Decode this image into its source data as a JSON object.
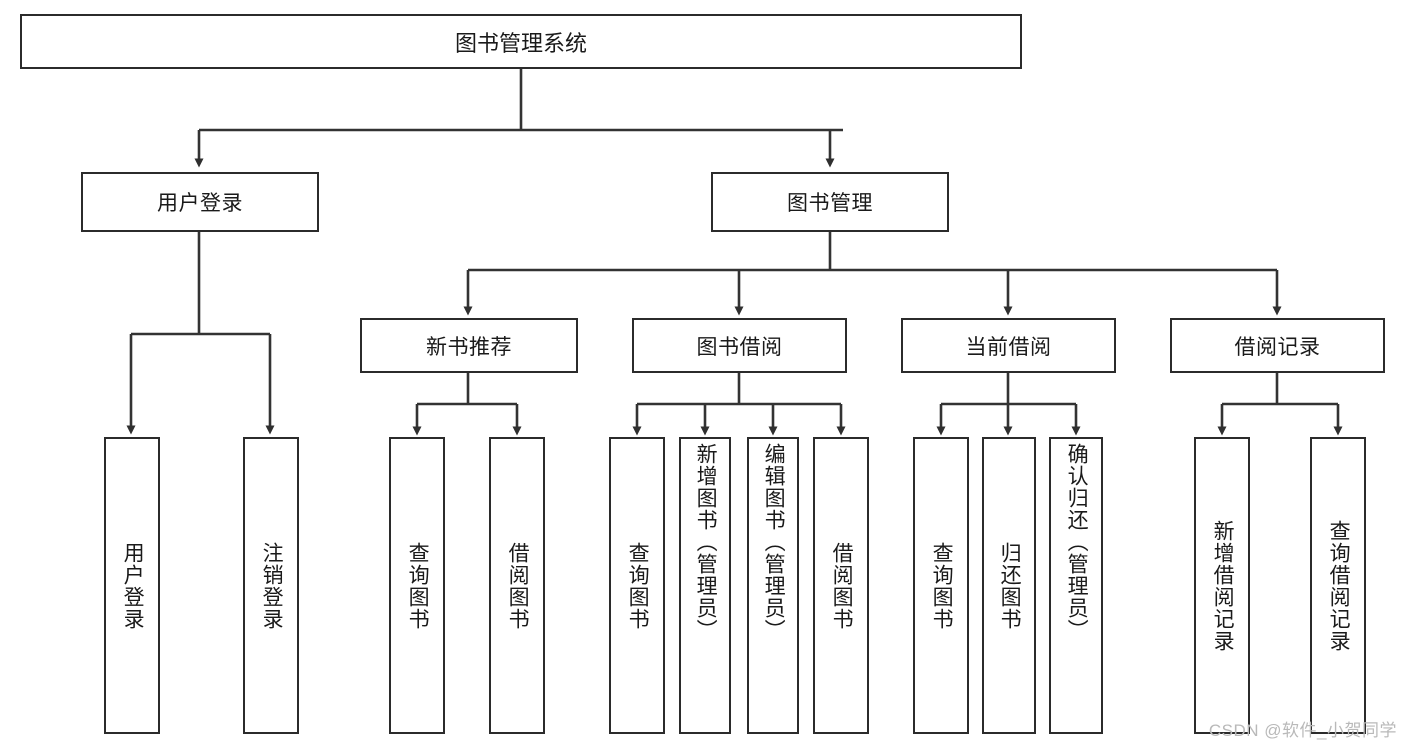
{
  "diagram": {
    "title": "图书管理系统",
    "type": "hierarchy-tree",
    "watermark": "CSDN @软件_小贺同学",
    "colors": {
      "box_border": "#2b2b2b",
      "box_fill": "#ffffff",
      "line": "#333333",
      "text": "#1a1a1a",
      "watermark": "#b9b9b9"
    },
    "root": {
      "label": "图书管理系统"
    },
    "level2": [
      {
        "label": "用户登录"
      },
      {
        "label": "图书管理"
      }
    ],
    "level3": [
      {
        "label": "新书推荐"
      },
      {
        "label": "图书借阅"
      },
      {
        "label": "当前借阅"
      },
      {
        "label": "借阅记录"
      }
    ],
    "leaves": {
      "user_login": [
        {
          "label": "用户登录"
        },
        {
          "label": "注销登录"
        }
      ],
      "new_book": [
        {
          "label": "查询图书"
        },
        {
          "label": "借阅图书"
        }
      ],
      "book_borrow": [
        {
          "label": "查询图书"
        },
        {
          "label": "新增图书（管理员）"
        },
        {
          "label": "编辑图书（管理员）"
        },
        {
          "label": "借阅图书"
        }
      ],
      "current_borrow": [
        {
          "label": "查询图书"
        },
        {
          "label": "归还图书"
        },
        {
          "label": "确认归还（管理员）"
        }
      ],
      "borrow_record": [
        {
          "label": "新增借阅记录"
        },
        {
          "label": "查询借阅记录"
        }
      ]
    }
  }
}
